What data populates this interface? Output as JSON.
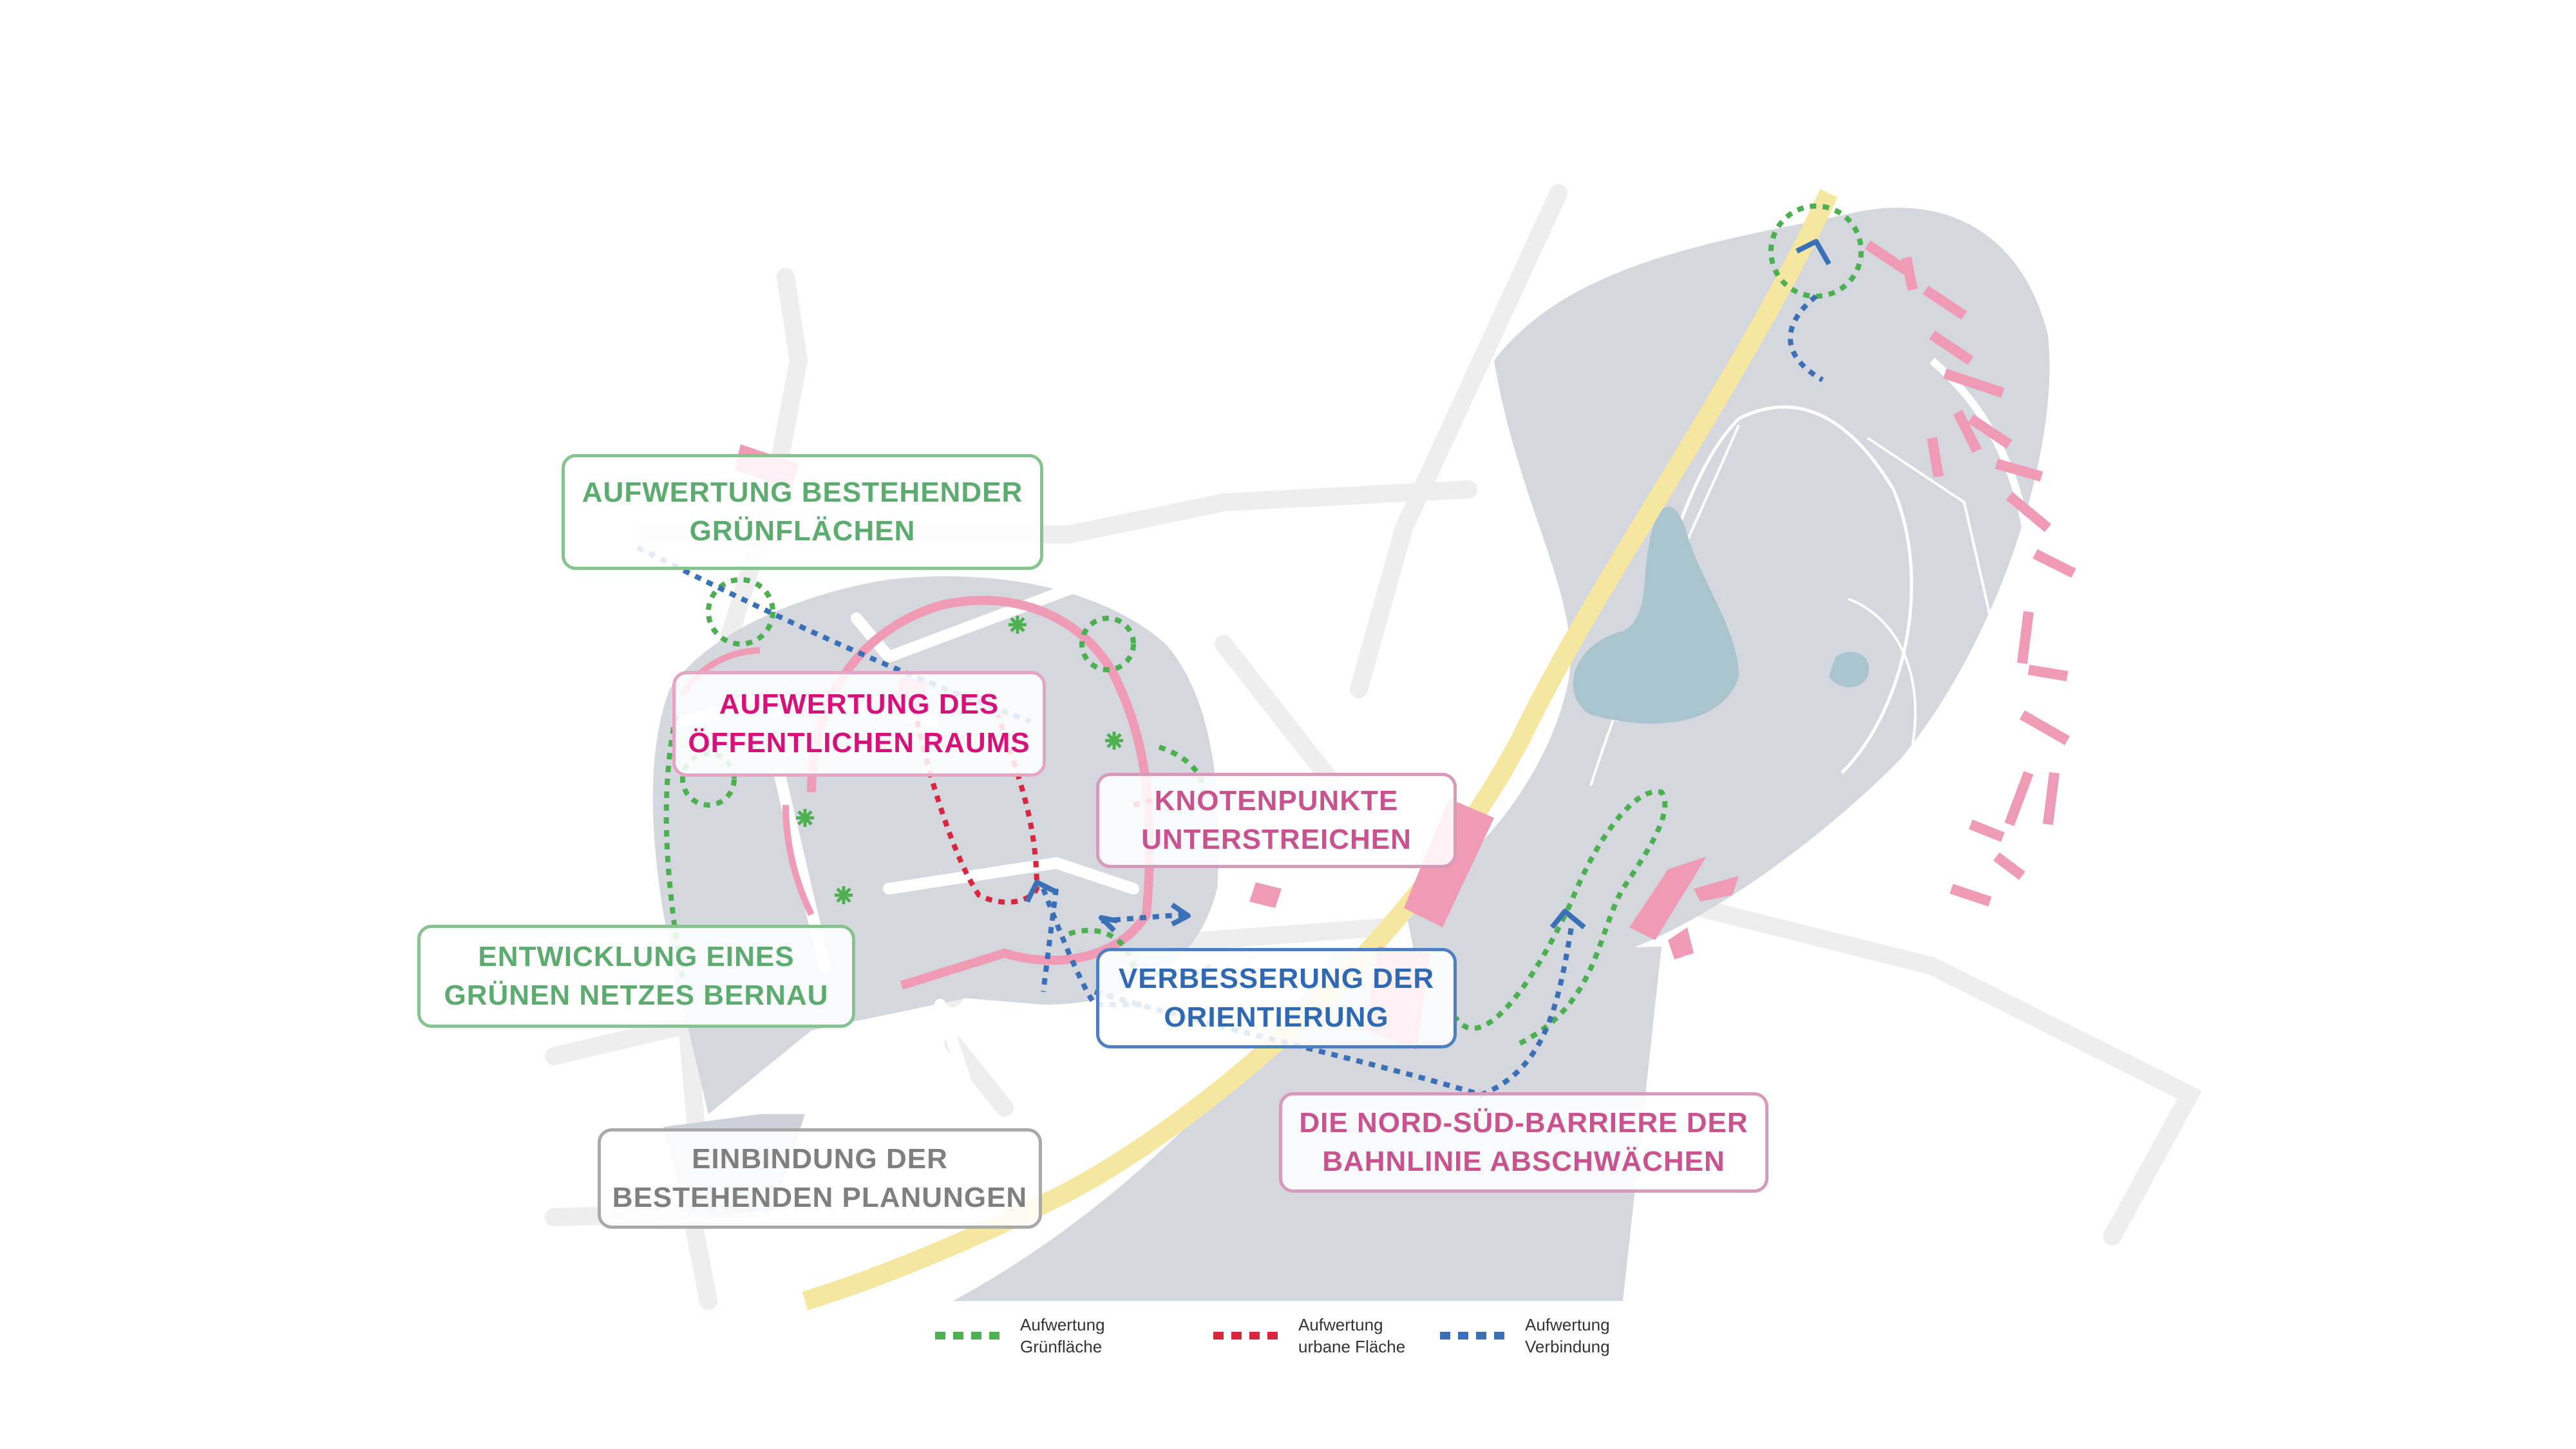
{
  "labels": {
    "gruenflaechen": "AUFWERTUNG BESTEHENDER\nGRÜNFLÄCHEN",
    "oeffentlicher_raum": "AUFWERTUNG DES\nÖFFENTLICHEN RAUMS",
    "knotenpunkte": "KNOTENPUNKTE\nUNTERSTREICHEN",
    "gruenes_netz": "ENTWICKLUNG EINES\nGRÜNEN NETZES BERNAU",
    "orientierung": "VERBESSERUNG DER\nORIENTIERUNG",
    "barriere": "DIE NORD-SÜD-BARRIERE DER\nBAHNLINIE ABSCHWÄCHEN",
    "planungen": "EINBINDUNG DER\nBESTEHENDEN PLANUNGEN"
  },
  "legend": [
    {
      "text": "Aufwertung\nGrünfläche",
      "color": "#4caf50"
    },
    {
      "text": "Aufwertung\nurbane Fläche",
      "color": "#d7263d"
    },
    {
      "text": "Aufwertung\nVerbindung",
      "color": "#3b6fb6"
    }
  ],
  "colors": {
    "green": "#4caf50",
    "red": "#d7263d",
    "blue": "#3b6fb6",
    "pink": "#ef9bb6",
    "grey_area": "#d5d7df",
    "rail": "#f6e7a0",
    "water": "#a9c4cd"
  }
}
